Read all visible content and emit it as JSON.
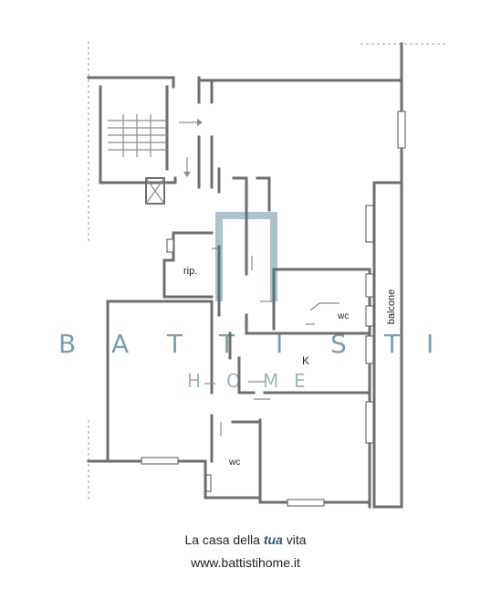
{
  "rooms": {
    "ripostiglio": "rip.",
    "bagno_1": "wc",
    "cucina": "K",
    "balcone": "balcone",
    "bagno_2": "wc"
  },
  "watermark": {
    "brand": [
      "B",
      "A",
      "T",
      "T",
      "I",
      "S",
      "T",
      "I"
    ],
    "sub": [
      "H",
      "O",
      "M",
      "E"
    ],
    "color": "#4a788c"
  },
  "caption": {
    "line1_pre": "La casa della ",
    "line1_em": "tua",
    "line1_post": " vita",
    "line2": "www.battistihome.it"
  }
}
